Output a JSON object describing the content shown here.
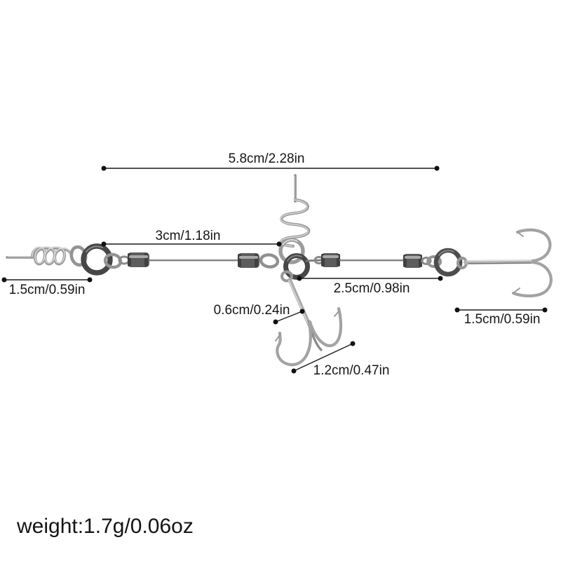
{
  "page": {
    "background": "#ffffff",
    "description_role": "fishing-stinger-rig-dimension-diagram"
  },
  "dimensions": {
    "overall": "5.8cm/2.28in",
    "left_section": "3cm/1.18in",
    "left_screw": "1.5cm/0.59in",
    "right_section": "2.5cm/0.98in",
    "center_hook_gap": "0.6cm/0.24in",
    "center_hook_width": "1.2cm/0.47in",
    "right_hook_width": "1.5cm/0.59in"
  },
  "weight_label": "weight:1.7g/0.06oz",
  "colors": {
    "background": "#ffffff",
    "label_text": "#161616",
    "dimension_line": "#1a1a1a",
    "metal_bright": "#d9d9d9",
    "metal_mid": "#a2a2a2",
    "metal_wire": "#7d7d7d",
    "metal_dark_ring": "#474747",
    "barrel_body": "#5c5c5c"
  },
  "parts": [
    "left-screw-pin",
    "left-corkscrew-spring",
    "left-split-ring",
    "barrel-swivel-1",
    "barrel-swivel-2",
    "center-corkscrew-spring",
    "center-split-rings",
    "center-treble-hook",
    "barrel-swivel-3",
    "barrel-swivel-4",
    "right-split-ring",
    "right-treble-hook"
  ]
}
